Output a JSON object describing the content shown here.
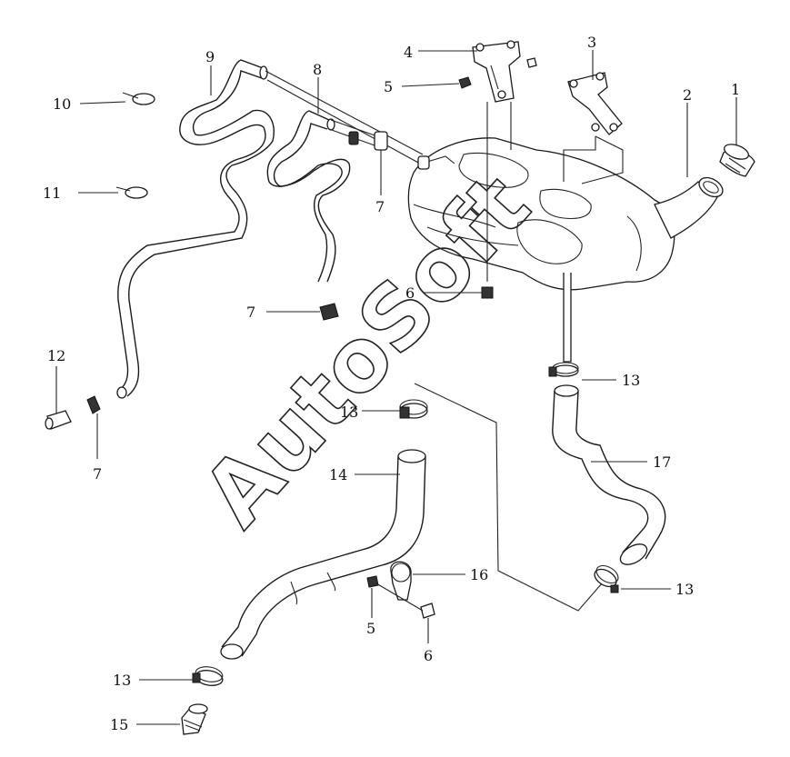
{
  "callouts": {
    "c1": "1",
    "c2": "2",
    "c3": "3",
    "c4": "4",
    "c5a": "5",
    "c5b": "5",
    "c6a": "6",
    "c6b": "6",
    "c7a": "7",
    "c7b": "7",
    "c7c": "7",
    "c8": "8",
    "c9": "9",
    "c10": "10",
    "c11": "11",
    "c12": "12",
    "c13a": "13",
    "c13b": "13",
    "c13c": "13",
    "c13d": "13",
    "c14": "14",
    "c15": "15",
    "c16": "16",
    "c17": "17"
  },
  "watermark": "AutoSoft"
}
